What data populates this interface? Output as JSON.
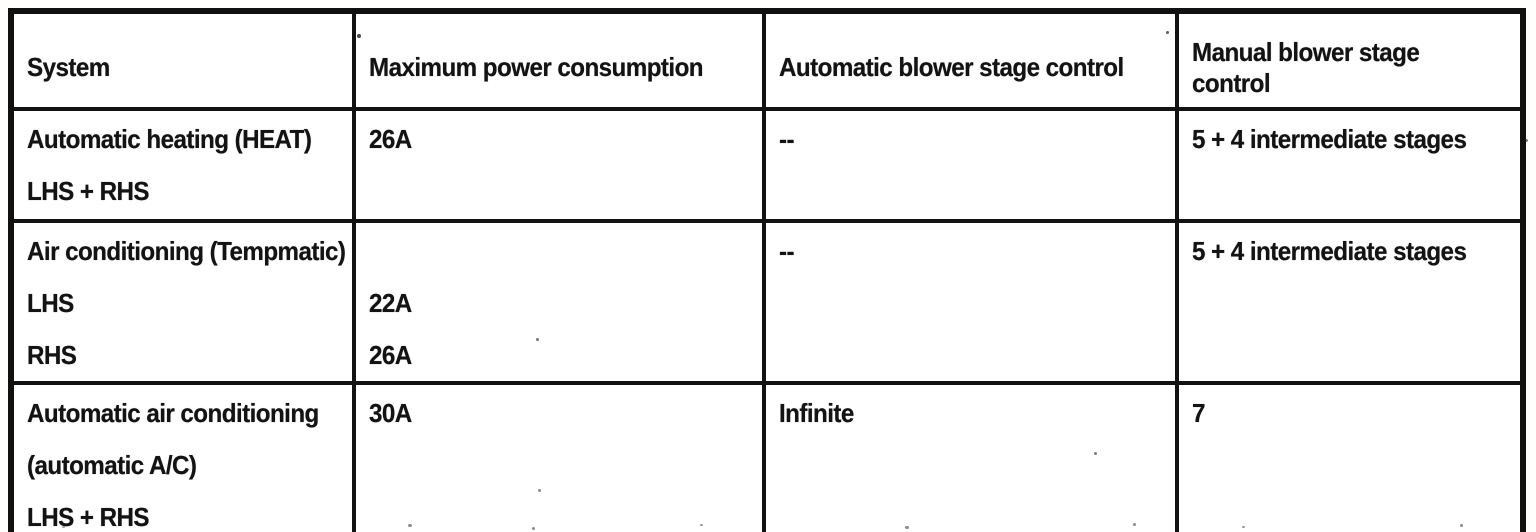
{
  "colors": {
    "ink": "#121212",
    "paper": "#ffffff"
  },
  "table": {
    "headers": [
      "System",
      "Maximum power consumption",
      "Automatic blower stage control",
      "Manual blower stage control"
    ],
    "rows": [
      {
        "system": [
          "Automatic heating (HEAT)",
          "LHS + RHS"
        ],
        "power": [
          "26A"
        ],
        "auto_control": [
          "--"
        ],
        "manual_control": [
          "5 + 4 intermediate stages"
        ]
      },
      {
        "system": [
          "Air conditioning (Tempmatic)",
          "LHS",
          "RHS"
        ],
        "power": [
          "",
          "22A",
          "26A"
        ],
        "auto_control": [
          "--"
        ],
        "manual_control": [
          "5 + 4 intermediate stages"
        ]
      },
      {
        "system": [
          "Automatic air conditioning",
          "(automatic A/C)",
          "LHS + RHS"
        ],
        "power": [
          "30A"
        ],
        "auto_control": [
          "Infinite"
        ],
        "manual_control": [
          "7"
        ]
      }
    ]
  }
}
